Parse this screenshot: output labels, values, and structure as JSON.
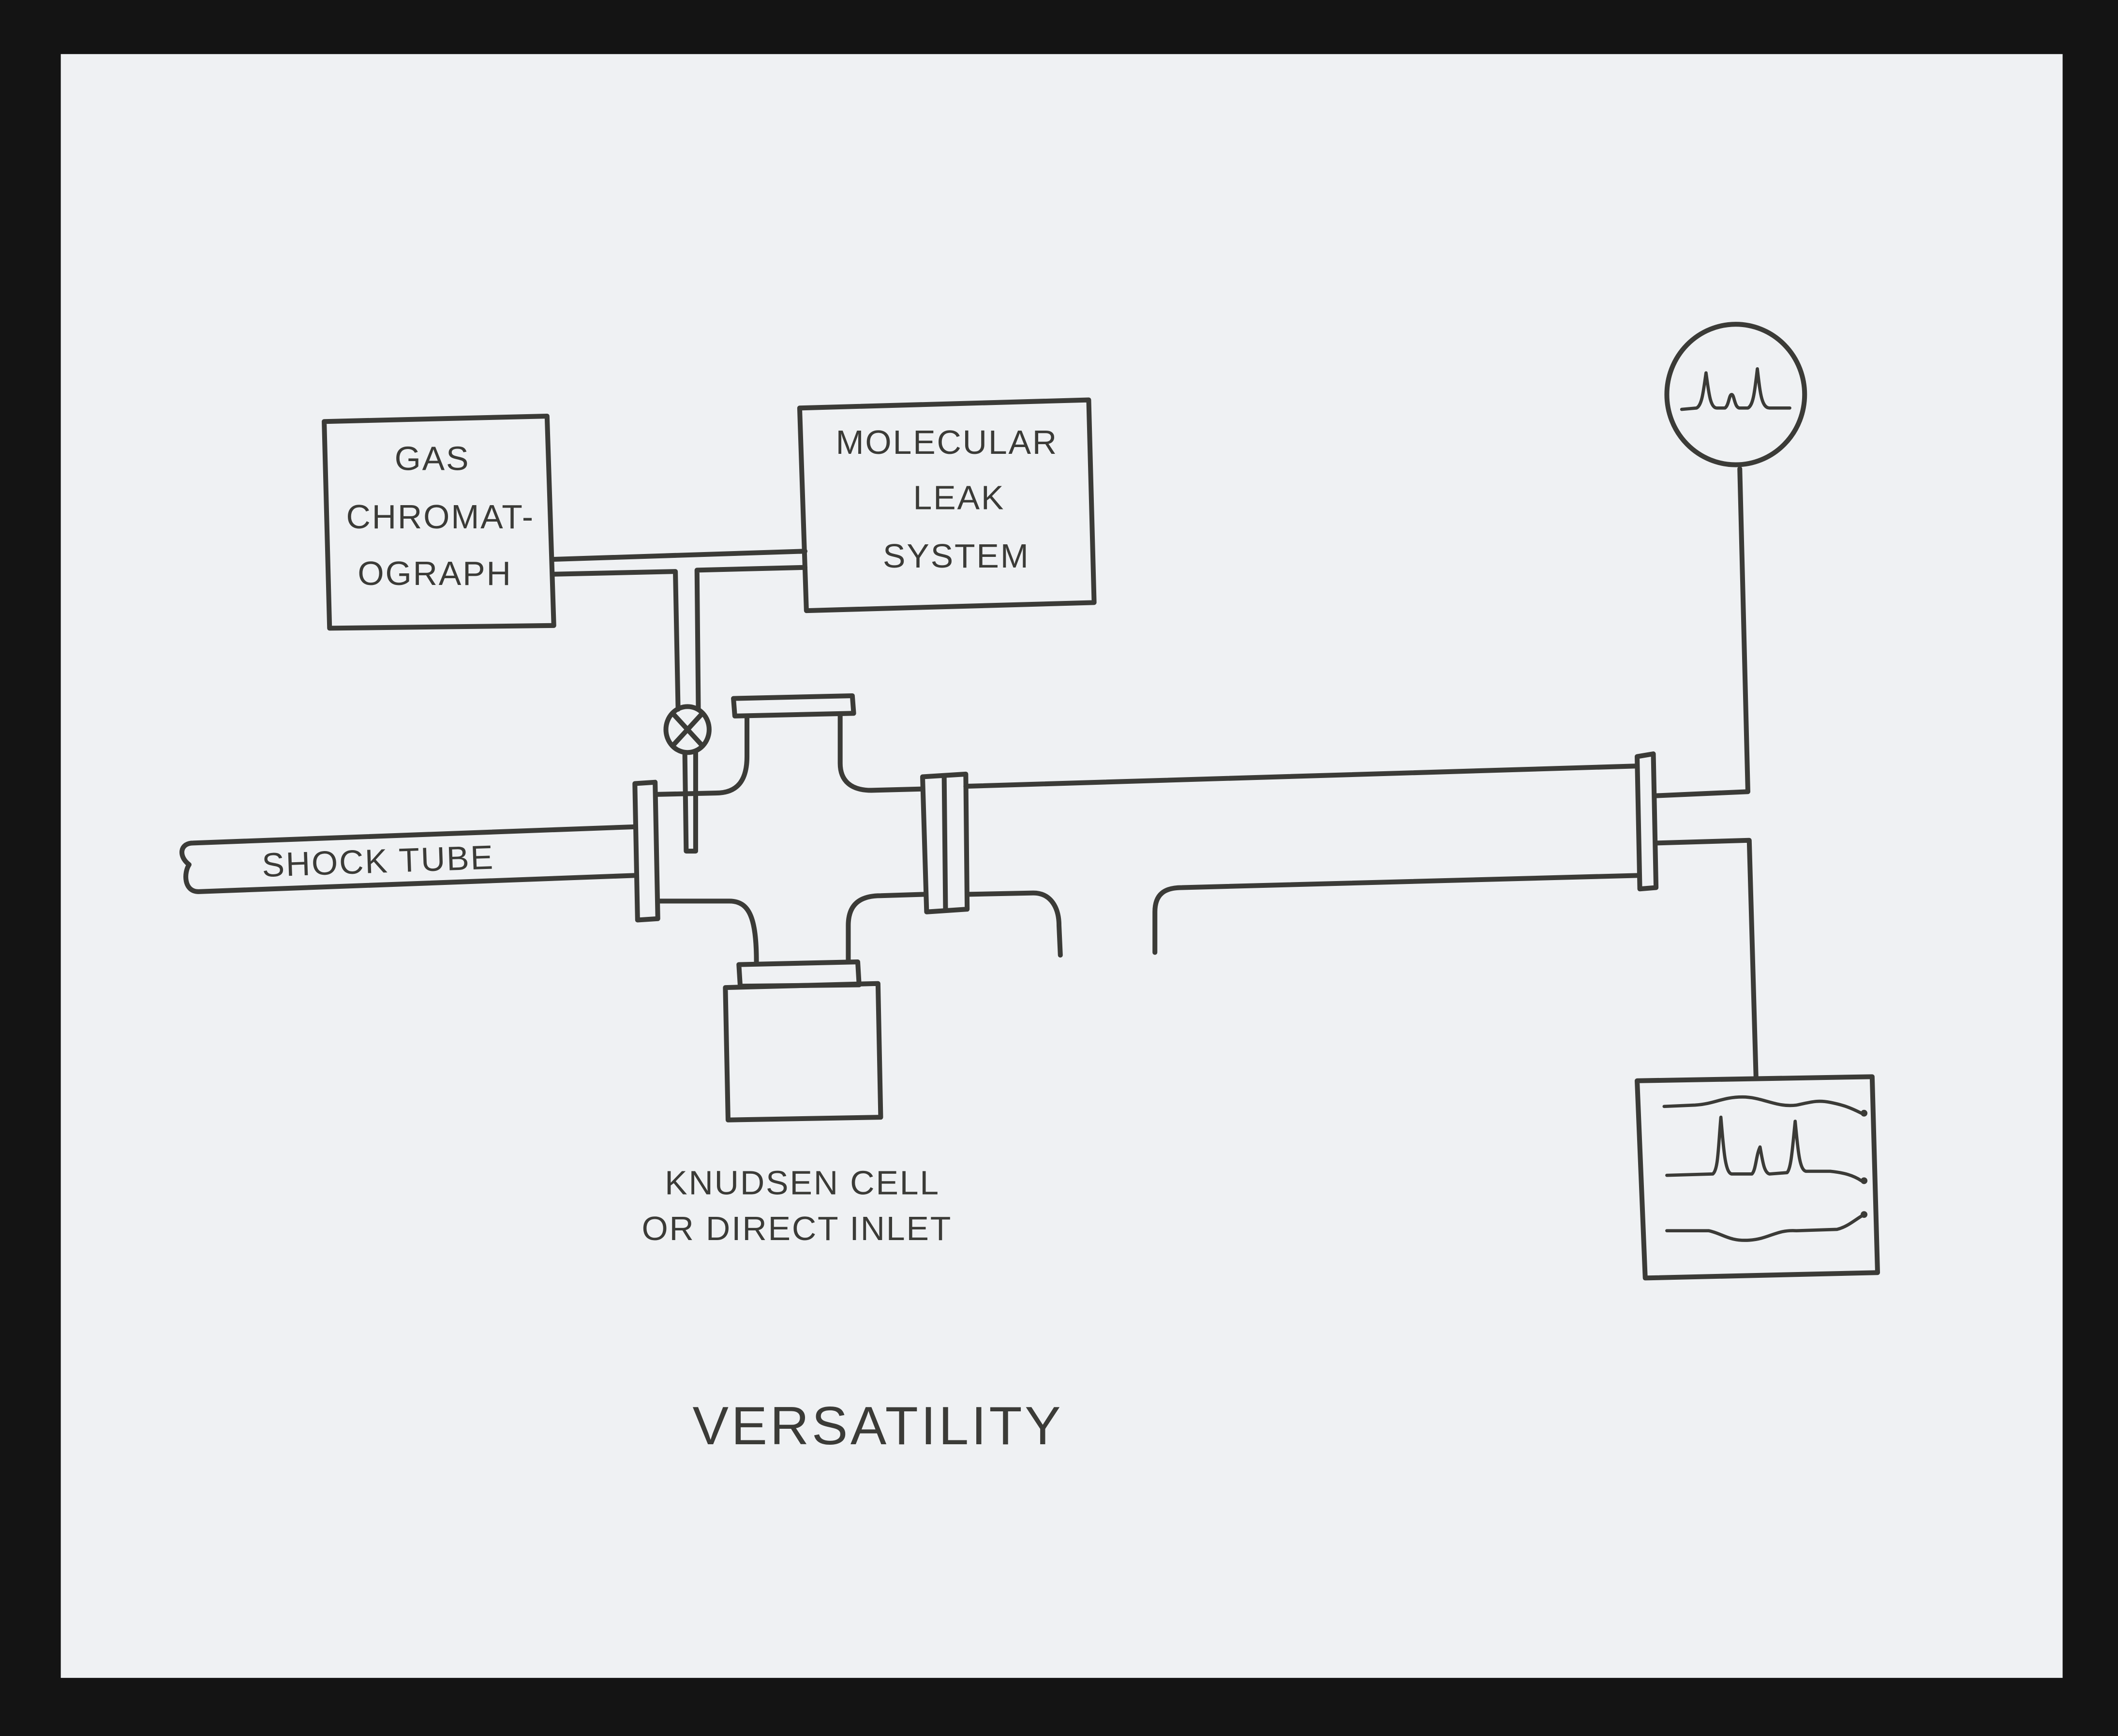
{
  "diagram": {
    "title": "VERSATILITY",
    "gas_chromatograph": {
      "lines": [
        "GAS",
        "CHROMAT-",
        "OGRAPH"
      ]
    },
    "molecular_leak": {
      "lines": [
        "MOLECULAR",
        "LEAK",
        "SYSTEM"
      ]
    },
    "shock_tube": "SHOCK TUBE",
    "knudsen": {
      "lines": [
        "KNUDSEN CELL",
        "OR DIRECT INLET"
      ]
    }
  },
  "colors": {
    "paper": "#eff1f3",
    "ink": "#3b3b37",
    "border": "#141414"
  }
}
